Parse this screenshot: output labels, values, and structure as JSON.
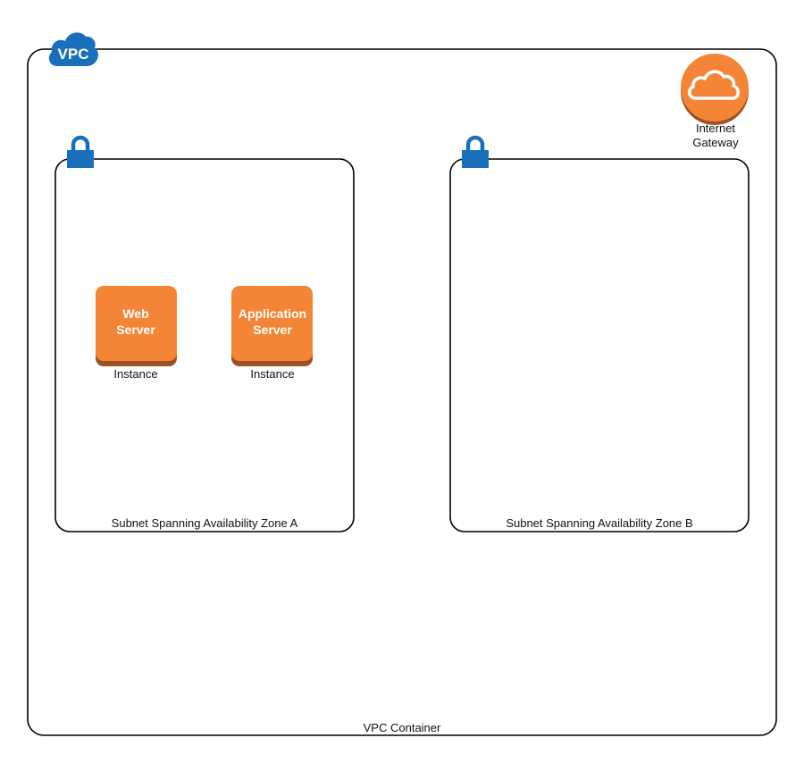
{
  "vpc": {
    "badge_text": "VPC",
    "container_label": "VPC Container",
    "icon": "vpc-cloud-icon"
  },
  "internet_gateway": {
    "line1": "Internet",
    "line2": "Gateway",
    "icon": "cloud-icon"
  },
  "subnets": [
    {
      "label": "Subnet Spanning Availability Zone A",
      "icon": "lock-icon"
    },
    {
      "label": "Subnet Spanning Availability Zone B",
      "icon": "lock-icon"
    }
  ],
  "instances": [
    {
      "line1": "Web",
      "line2": "Server",
      "caption": "Instance"
    },
    {
      "line1": "Application",
      "line2": "Server",
      "caption": "Instance"
    }
  ],
  "colors": {
    "vpc_blue": "#1a6fbd",
    "instance_orange": "#f58536",
    "instance_shadow": "#9d5025",
    "gateway_orange": "#f58536",
    "gateway_dark": "#9d5025",
    "border": "#000000"
  }
}
